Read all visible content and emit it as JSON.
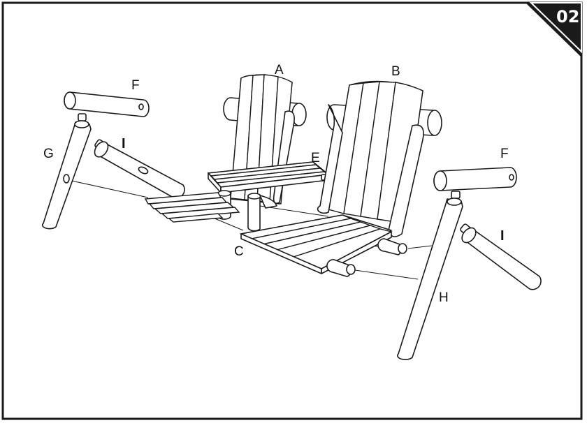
{
  "step_number": "02",
  "labels": {
    "a": "A",
    "b": "B",
    "c": "C",
    "e": "E",
    "f_left": "F",
    "f_right": "F",
    "g": "G",
    "h": "H",
    "i_left": "I",
    "i_right": "I"
  },
  "colors": {
    "line": "#1a1a1a",
    "badge": "#111111",
    "background": "#ffffff"
  }
}
